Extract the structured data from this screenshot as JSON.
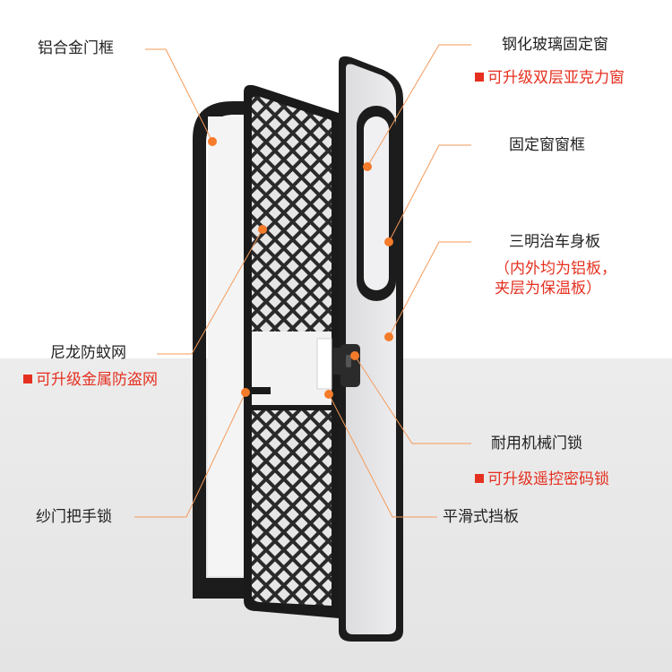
{
  "labels": {
    "frame": "铝合金门框",
    "glass_window": "钢化玻璃固定窗",
    "glass_window_upgrade": "可升级双层亚克力窗",
    "window_frame": "固定窗窗框",
    "panel": "三明治车身板",
    "panel_note_line1": "（内外均为铝板，",
    "panel_note_line2": "夹层为保温板）",
    "screen": "尼龙防蚊网",
    "screen_upgrade": "可升级金属防盗网",
    "lock": "耐用机械门锁",
    "lock_upgrade": "可升级遥控密码锁",
    "screen_handle": "纱门把手锁",
    "slide_plate": "平滑式挡板"
  },
  "colors": {
    "leader": "#f39a5a",
    "dot": "#f47b2a",
    "upgrade": "#e53020",
    "frame": "#1c1c1c",
    "panel": "#e9e9ec"
  }
}
